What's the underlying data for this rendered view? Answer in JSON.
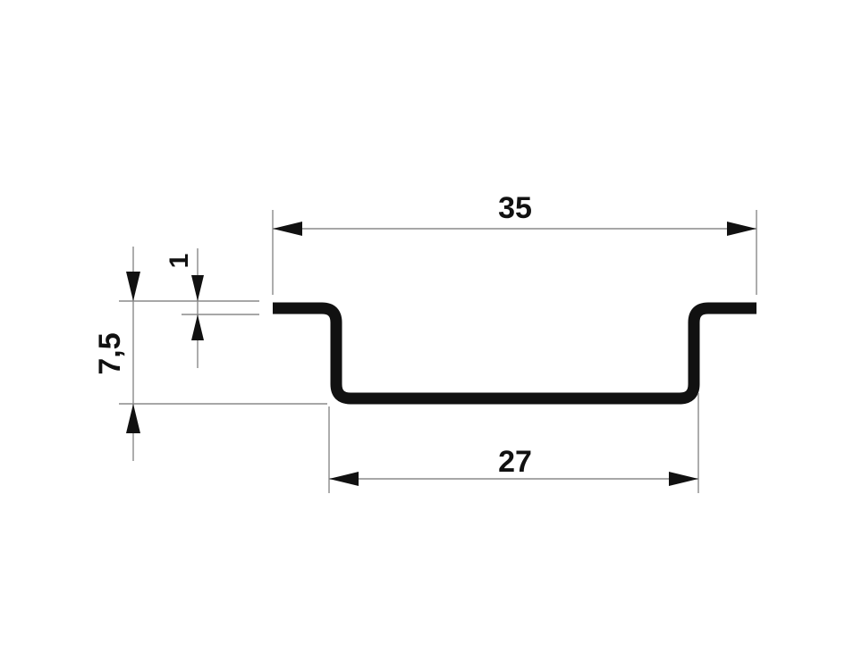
{
  "diagram": {
    "dimensions": {
      "overall_width": "35",
      "inner_width": "27",
      "height": "7,5",
      "thickness": "1"
    },
    "colors": {
      "profile": "#111111",
      "dimension_line": "#8a8a8a",
      "background": "#ffffff"
    }
  }
}
